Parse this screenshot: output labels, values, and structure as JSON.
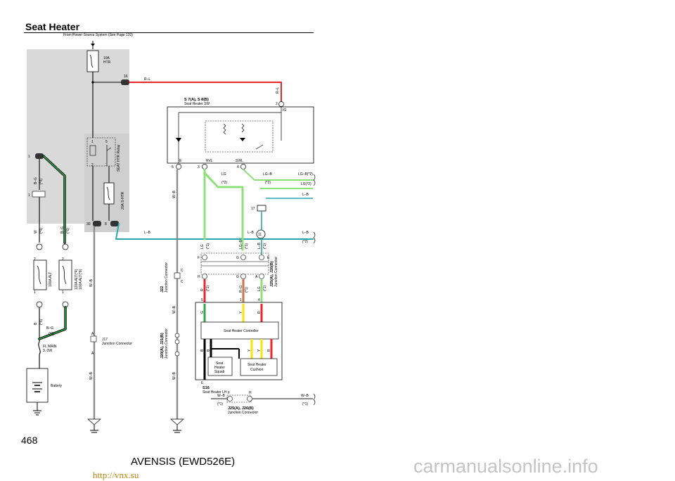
{
  "page": {
    "title": "Seat Heater",
    "page_number": "468",
    "model_code": "AVENSIS (EWD526E)",
    "watermark_link": "http://vnx.su",
    "watermark_site": "carmanualsonline.info"
  },
  "colors": {
    "shade": "#d9d9d9",
    "wire_red": "#e8262c",
    "wire_green": "#2ea84a",
    "wire_lightgreen": "#8ee07a",
    "wire_teal": "#2aa7ad",
    "wire_yellow": "#f5e50a",
    "wire_black": "#000000",
    "wire_gray": "#8c8c8c"
  },
  "diagram": {
    "power_source_note": "From Power Source System (See Page 120)",
    "fuses": [
      {
        "rating": "10A",
        "name": "HTR"
      },
      {
        "rating": "20A",
        "name": "S-HTR"
      },
      {
        "rating": "100A",
        "name": "ALT"
      },
      {
        "rating_a": "120A ALT(*4)",
        "rating_b": "100A ALT(*6)"
      }
    ],
    "fusible_link": {
      "name": "FL MAIN",
      "size": "3. 0W"
    },
    "battery": "Battery",
    "relay": "SEAT HTR Relay",
    "switch": {
      "ref": "S 7(A), S 8(B)",
      "name": "Seat Heater SW",
      "pins": [
        "IG",
        "E",
        "RVL",
        "SWL"
      ]
    },
    "controller": "Seat Heater Controller",
    "squab": "Seat Heater Squab",
    "cushion": "Seat Heater Cushion",
    "seat_ref": "S16",
    "seat_name": "Seat Heater LH",
    "j17": {
      "ref": "J17",
      "name": "Junction Connector"
    },
    "j22": {
      "ref": "J22",
      "name": "Junction Connector"
    },
    "j20_j21": {
      "ref": "J20(A), J21(B)",
      "name": "Junction Connector"
    },
    "j25_j26": {
      "ref": "J25(A), J26(B)",
      "name": "Junction Connector"
    },
    "wire_labels": {
      "rl": "R–L",
      "bg": "B–G",
      "wb": "W–B",
      "lb": "L–B",
      "lg": "LG",
      "lgb": "LG–B",
      "lgr": "LG(*2)",
      "lgb2": "LG–B(*2)",
      "w": "W",
      "b": "B",
      "r": "R",
      "rg": "R–G",
      "y": "Y",
      "g": "G"
    },
    "notes": [
      "(*1)",
      "(*2)",
      "(*3)",
      "(*4)",
      "(*6)"
    ]
  }
}
